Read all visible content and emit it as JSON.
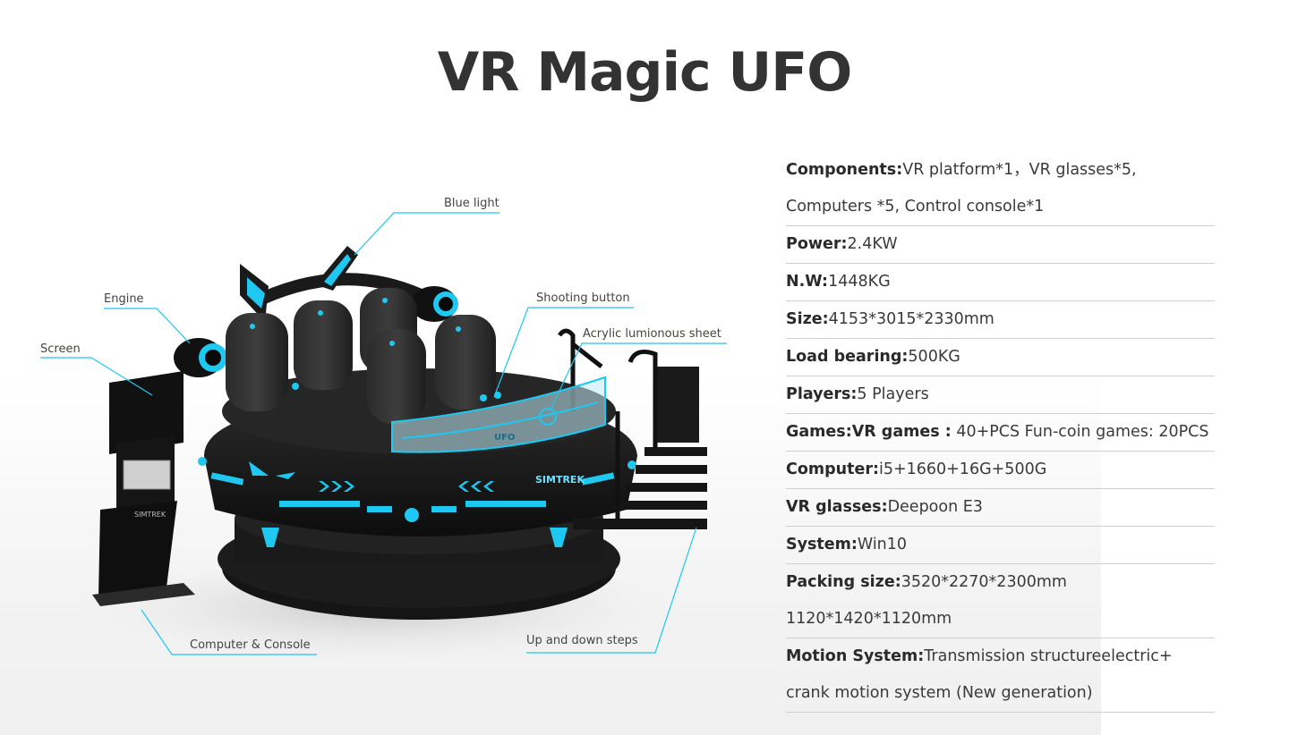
{
  "title": "VR Magic UFO",
  "callouts": {
    "blue_light": "Blue light",
    "engine": "Engine",
    "screen": "Screen",
    "shooting_button": "Shooting button",
    "acrylic": "Acrylic lumionous sheet",
    "computer_console": "Computer & Console",
    "steps": "Up and down steps"
  },
  "product_labels": {
    "brand": "SIMTREK",
    "console_brand": "SIMTREK",
    "panel": "UFO"
  },
  "specs": [
    {
      "key": "Components:",
      "value": "VR platform*1，VR glasses*5, Computers *5, Control console*1"
    },
    {
      "key": "Power:",
      "value": "2.4KW"
    },
    {
      "key": "N.W:",
      "value": "1448KG"
    },
    {
      "key": "Size:",
      "value": "4153*3015*2330mm"
    },
    {
      "key": "Load bearing:",
      "value": "500KG"
    },
    {
      "key": "Players:",
      "value": "5 Players"
    },
    {
      "key": "Games:VR games :",
      "value": " 40+PCS  Fun-coin games: 20PCS"
    },
    {
      "key": "Computer:",
      "value": "i5+1660+16G+500G"
    },
    {
      "key": "VR glasses:",
      "value": "Deepoon E3"
    },
    {
      "key": "System:",
      "value": "Win10"
    },
    {
      "key": "Packing size:",
      "value": "3520*2270*2300mm  1120*1420*1120mm"
    },
    {
      "key": "Motion System:",
      "value": "Transmission structureelectric+ crank motion system (New generation)"
    }
  ],
  "colors": {
    "accent": "#1ec8f0",
    "machine": "#1a1a1a",
    "text": "#333333"
  }
}
